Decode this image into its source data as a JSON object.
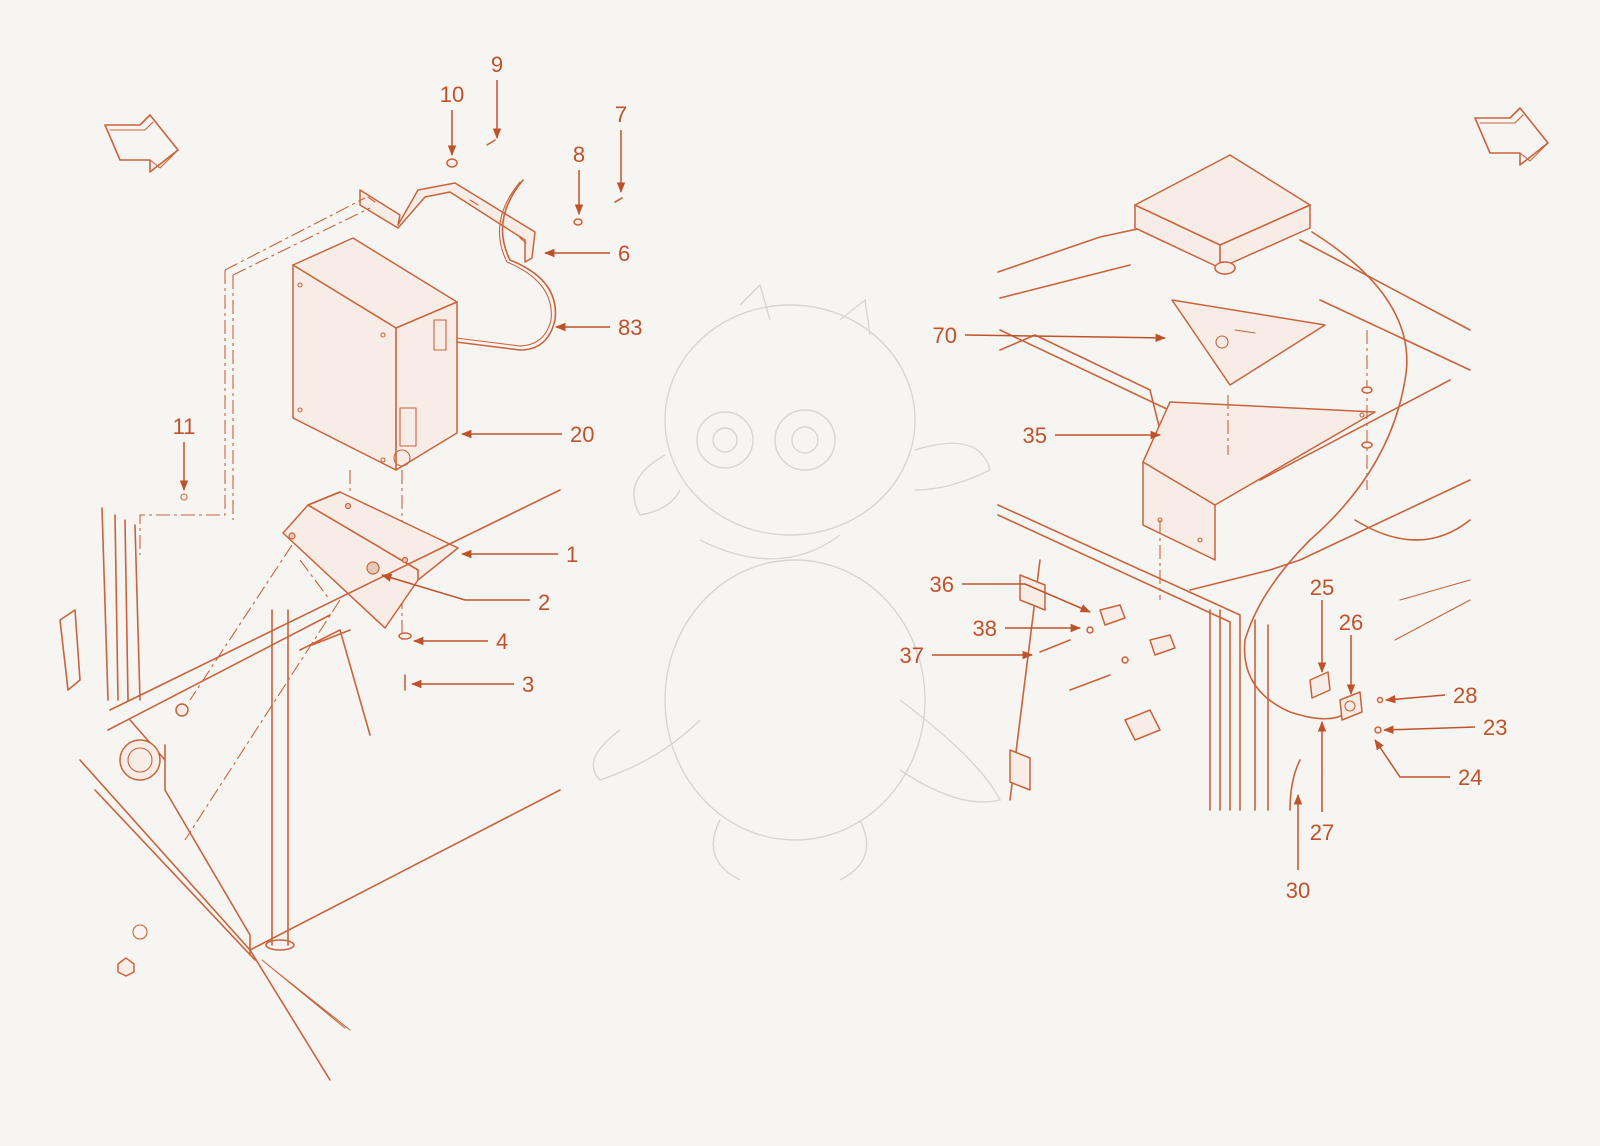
{
  "callouts": [
    {
      "id": "c9",
      "text": "9"
    },
    {
      "id": "c10",
      "text": "10"
    },
    {
      "id": "c7",
      "text": "7"
    },
    {
      "id": "c8",
      "text": "8"
    },
    {
      "id": "c6",
      "text": "6"
    },
    {
      "id": "c83",
      "text": "83"
    },
    {
      "id": "c11",
      "text": "11"
    },
    {
      "id": "c20",
      "text": "20"
    },
    {
      "id": "c1",
      "text": "1"
    },
    {
      "id": "c2",
      "text": "2"
    },
    {
      "id": "c4",
      "text": "4"
    },
    {
      "id": "c3",
      "text": "3"
    },
    {
      "id": "c70",
      "text": "70"
    },
    {
      "id": "c35",
      "text": "35"
    },
    {
      "id": "c36",
      "text": "36"
    },
    {
      "id": "c38",
      "text": "38"
    },
    {
      "id": "c37",
      "text": "37"
    },
    {
      "id": "c25",
      "text": "25"
    },
    {
      "id": "c26",
      "text": "26"
    },
    {
      "id": "c28",
      "text": "28"
    },
    {
      "id": "c23",
      "text": "23"
    },
    {
      "id": "c24",
      "text": "24"
    },
    {
      "id": "c27",
      "text": "27"
    },
    {
      "id": "c30",
      "text": "30"
    }
  ],
  "colors": {
    "ink": "#c9633c",
    "callout": "#c0522b",
    "background": "#f6f5f2",
    "watermark": "#d9d6d0"
  },
  "icons": [
    "direction-arrow-icon",
    "direction-arrow-icon",
    "dragon-watermark-icon"
  ]
}
